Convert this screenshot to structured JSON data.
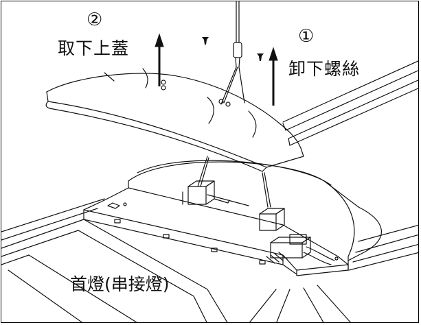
{
  "steps": [
    {
      "number": "②",
      "text": "取下上蓋"
    },
    {
      "number": "①",
      "text": "卸下螺絲"
    }
  ],
  "caption": "首燈(串接燈)",
  "colors": {
    "line": "#111111",
    "background": "#ffffff"
  },
  "icons": [
    "arrow-up-icon",
    "screw-icon"
  ]
}
